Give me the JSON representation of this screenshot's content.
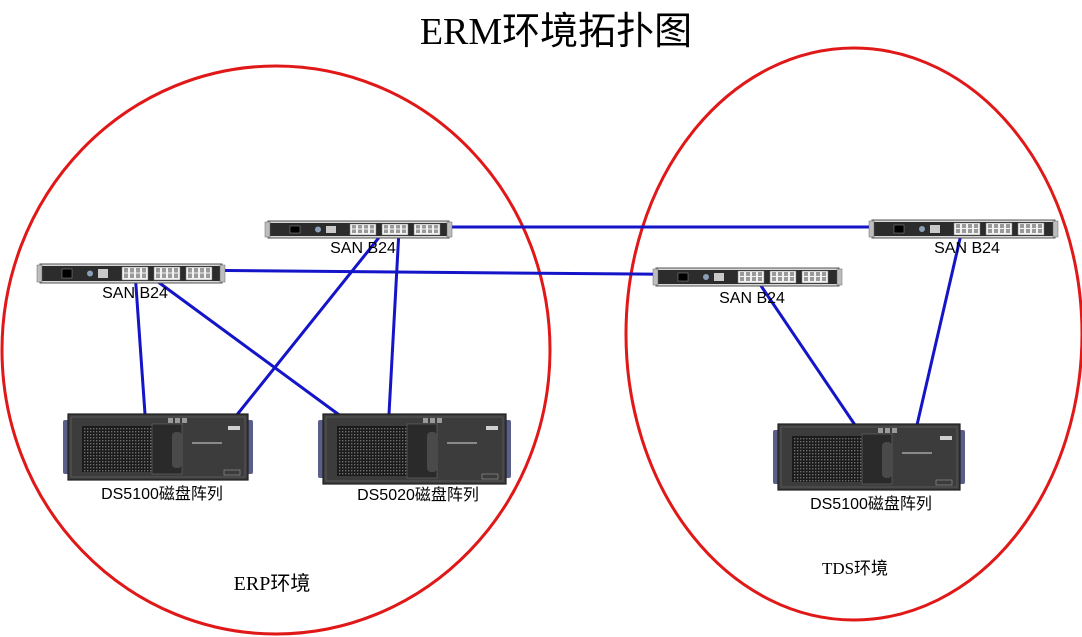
{
  "title": "ERM环境拓扑图",
  "colors": {
    "zone_ring": "#e01818",
    "link": "#1414c8",
    "switch_body": "#d8d8d8",
    "storage_body": "#3c3c3c"
  },
  "zones": [
    {
      "id": "erp",
      "label": "ERP环境"
    },
    {
      "id": "tds",
      "label": "TDS环境"
    }
  ],
  "switches": [
    {
      "id": "sw1",
      "label": "SAN B24",
      "zone": "erp"
    },
    {
      "id": "sw2",
      "label": "SAN B24",
      "zone": "erp"
    },
    {
      "id": "sw3",
      "label": "SAN B24",
      "zone": "tds"
    },
    {
      "id": "sw4",
      "label": "SAN B24",
      "zone": "tds"
    }
  ],
  "storage": [
    {
      "id": "st1",
      "label": "DS5100磁盘阵列",
      "zone": "erp"
    },
    {
      "id": "st2",
      "label": "DS5020磁盘阵列",
      "zone": "erp"
    },
    {
      "id": "st3",
      "label": "DS5100磁盘阵列",
      "zone": "tds"
    }
  ],
  "links": [
    {
      "from": "sw1",
      "to": "st1"
    },
    {
      "from": "sw1",
      "to": "st2"
    },
    {
      "from": "sw2",
      "to": "st1"
    },
    {
      "from": "sw2",
      "to": "st2"
    },
    {
      "from": "sw1",
      "to": "sw3"
    },
    {
      "from": "sw2",
      "to": "sw4"
    },
    {
      "from": "sw3",
      "to": "st3"
    },
    {
      "from": "sw4",
      "to": "st3"
    }
  ]
}
